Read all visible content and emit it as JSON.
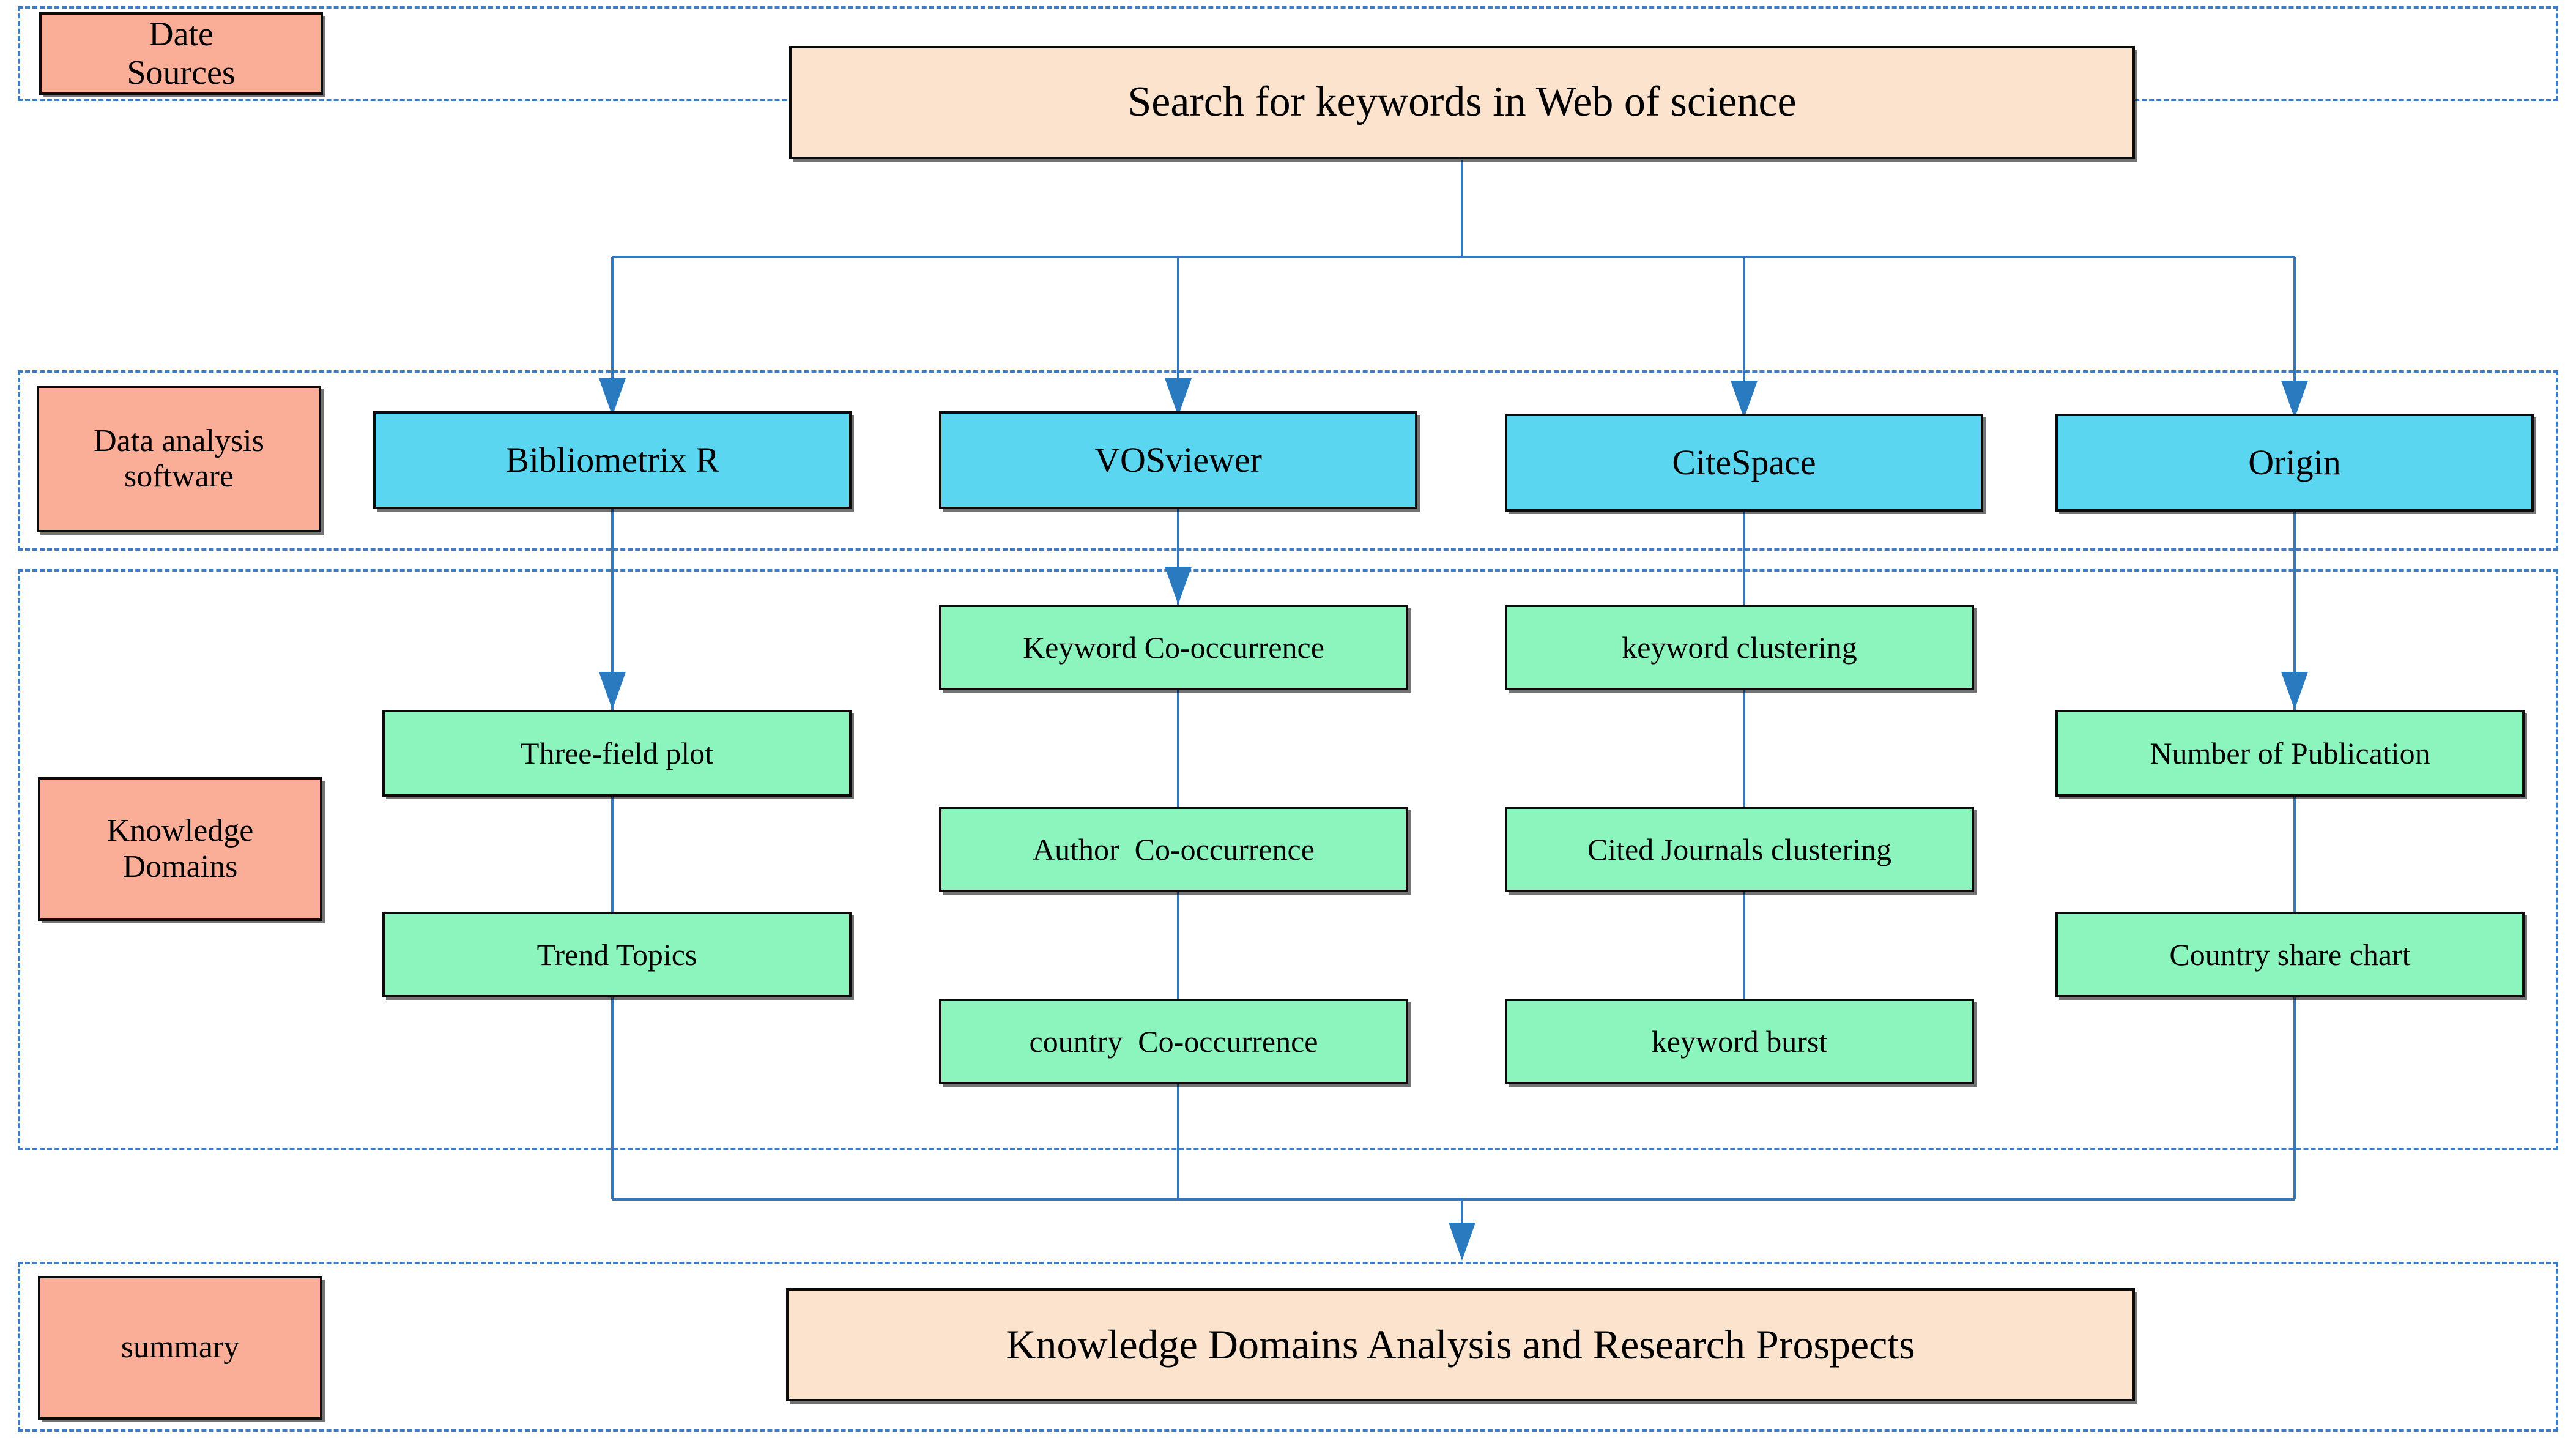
{
  "diagram": {
    "type": "flowchart",
    "title_text": "Knowledge Domains Analysis and Research Prospects",
    "stage_labels": {
      "data_sources": "Date\nSources",
      "software": "Data analysis\nsoftware",
      "knowledge_domains": "Knowledge\nDomains",
      "summary": "summary"
    },
    "top_banner": "Search for keywords in Web of science",
    "bottom_banner": "Knowledge Domains Analysis and Research Prospects",
    "software": [
      {
        "id": "bibliometrix",
        "label": "Bibliometrix R"
      },
      {
        "id": "vosviewer",
        "label": "VOSviewer"
      },
      {
        "id": "citespace",
        "label": "CiteSpace"
      },
      {
        "id": "origin",
        "label": "Origin"
      }
    ],
    "outputs": {
      "bibliometrix": [
        "Three-field plot",
        "Trend Topics"
      ],
      "vosviewer": [
        "Keyword Co-occurrence",
        "Author  Co-occurrence",
        "country  Co-occurrence"
      ],
      "citespace": [
        "keyword clustering",
        "Cited Journals clustering",
        "keyword burst"
      ],
      "origin": [
        "Number of Publication",
        "Country share chart"
      ]
    },
    "colors": {
      "stage_label_fill": "#FAAE97",
      "banner_fill": "#FCE3CE",
      "software_fill": "#5BD6F0",
      "domain_fill": "#8CF5BE",
      "connector": "#3776B8",
      "arrowhead": "#2A7AC0",
      "group_border": "#3E7CC6",
      "node_border": "#0B0B0B"
    }
  }
}
